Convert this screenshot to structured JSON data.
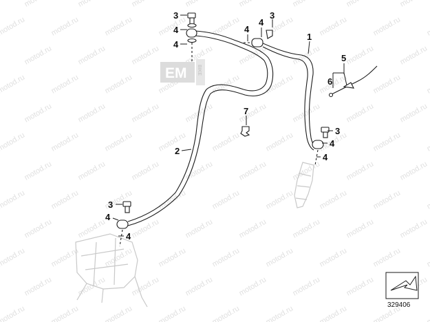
{
  "diagram": {
    "callouts": {
      "c1": "1",
      "c2": "2",
      "c3a": "3",
      "c3b": "3",
      "c3c": "3",
      "c3d": "3",
      "c4a": "4",
      "c4b": "4",
      "c4c": "4",
      "c4d": "4",
      "c4e": "4",
      "c4f": "4",
      "c4g": "4",
      "c4h": "4",
      "c5": "5",
      "c6": "6",
      "c7": "7"
    },
    "diagram_number": "329406",
    "logo_letters": "EM",
    "logo_side_text": "BIKE",
    "watermark_text": "motod.ru"
  },
  "colors": {
    "line": "#1a1a1a",
    "ghost": "#c8c8c8",
    "watermark": "#e0e0e0"
  }
}
